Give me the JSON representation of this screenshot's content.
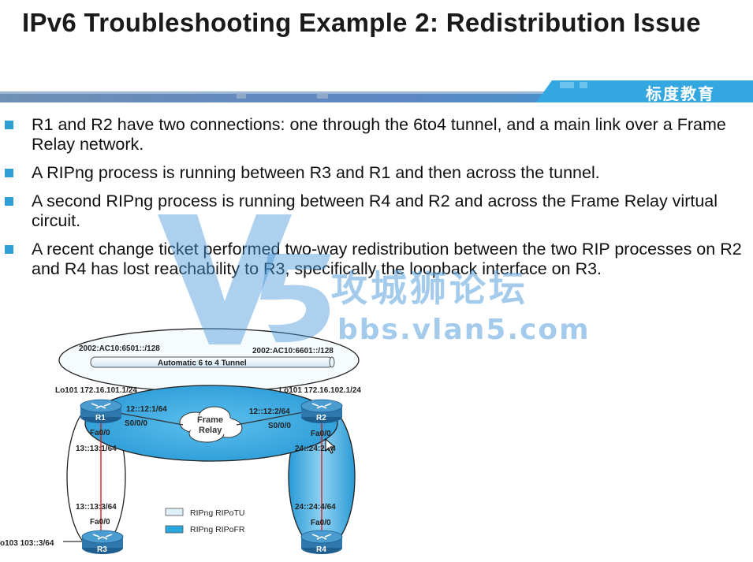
{
  "slide": {
    "title": "IPv6 Troubleshooting Example 2: Redistribution Issue",
    "banner_text": "标度教育",
    "bullets": [
      "R1 and R2 have two connections: one through the 6to4 tunnel, and a main link over a Frame Relay network.",
      "A RIPng process is running between R3 and R1 and then across the tunnel.",
      "A second RIPng process is running between R4 and R2 and across the Frame Relay virtual circuit.",
      "A recent change ticket performed two-way redistribution between the two RIP processes on R2 and R4 has lost reachability to R3, specifically the loopback interface on R3."
    ]
  },
  "watermark": {
    "text_cn": "攻城狮论坛",
    "url": "bbs.vlan5.com"
  },
  "diagram": {
    "tunnel_label": "Automatic 6 to 4 Tunnel",
    "tunnel_left_addr": "2002:AC10:6501::/128",
    "tunnel_right_addr": "2002:AC10:6601::/128",
    "frame_relay_label_1": "Frame",
    "frame_relay_label_2": "Relay",
    "r1": {
      "name": "R1",
      "loopback": "Lo101 172.16.101.1/24",
      "serial_addr": "12::12:1/64",
      "serial_if": "S0/0/0",
      "fa_if": "Fa0/0",
      "fa_addr": "13::13:1/64"
    },
    "r2": {
      "name": "R2",
      "loopback": "Lo101 172.16.102.1/24",
      "serial_addr": "12::12:2/64",
      "serial_if": "S0/0/0",
      "fa_if": "Fa0/0",
      "fa_addr": "24::24:2/64"
    },
    "r3": {
      "name": "R3",
      "loopback": "o103 103::3/64",
      "fa_addr": "13::13:3/64",
      "fa_if": "Fa0/0"
    },
    "r4": {
      "name": "R4",
      "fa_addr": "24::24:4/64",
      "fa_if": "Fa0/0"
    },
    "legend": {
      "item1": "RIPng RIPoTU",
      "item2": "RIPng RIPoFR",
      "color1": "#dff0fa",
      "color2": "#29a8e0"
    }
  },
  "colors": {
    "accent_blue": "#2f9fd6",
    "bullet": "#2f9fd6",
    "link_red": "#cc2222"
  }
}
